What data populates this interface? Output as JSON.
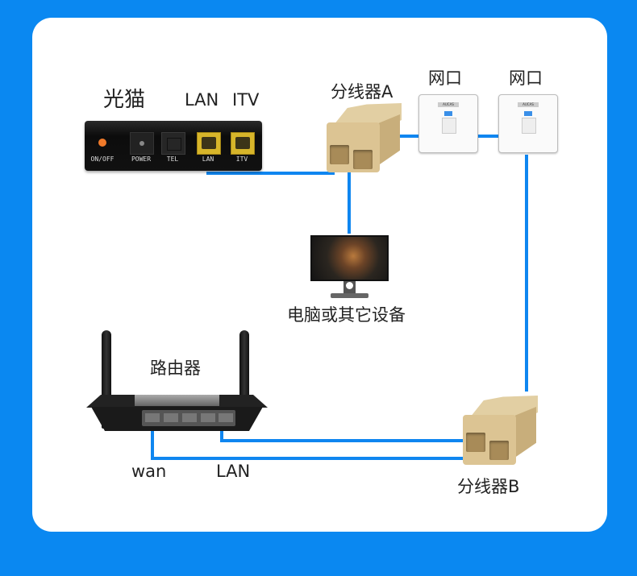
{
  "diagram": {
    "title": "光猫 / 分线器 网络布线示意图",
    "colors": {
      "background": "#0a88f1",
      "panel": "#ffffff",
      "cable": "#0f86f0"
    },
    "modem": {
      "label": "光猫",
      "port_labels_above": [
        "LAN",
        "ITV"
      ],
      "ports": [
        "ON/OFF",
        "POWER",
        "TEL",
        "LAN",
        "ITV"
      ]
    },
    "splitter_a": {
      "label": "分线器A"
    },
    "splitter_b": {
      "label": "分线器B"
    },
    "wall_ports": [
      {
        "label": "网口",
        "brand": "AUCAS"
      },
      {
        "label": "网口",
        "brand": "AUCAS"
      }
    ],
    "computer": {
      "label": "电脑或其它设备"
    },
    "router": {
      "label": "路由器",
      "port_labels": [
        "wan",
        "LAN"
      ]
    },
    "connections": [
      {
        "from": "光猫 LAN",
        "to": "分线器A"
      },
      {
        "from": "分线器A",
        "to": "网口 1"
      },
      {
        "from": "网口 1",
        "to": "网口 2"
      },
      {
        "from": "网口 2",
        "to": "分线器B"
      },
      {
        "from": "分线器A",
        "to": "电脑或其它设备"
      },
      {
        "from": "分线器B",
        "to": "路由器 wan"
      },
      {
        "from": "分线器B",
        "to": "路由器 LAN"
      }
    ]
  }
}
